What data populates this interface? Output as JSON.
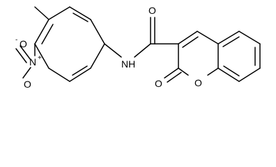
{
  "structure": {
    "atoms": {
      "nitro_o_minus": "O",
      "nitro_o_minus_charge": "-",
      "nitro_n": "N",
      "nitro_n_charge": "+",
      "nitro_o": "O",
      "amide_nh": "NH",
      "amide_o": "O",
      "lactone_o": "O",
      "ring_o": "O"
    },
    "colors": {
      "bond": "#000000",
      "text": "#000000",
      "background": "#ffffff"
    }
  }
}
